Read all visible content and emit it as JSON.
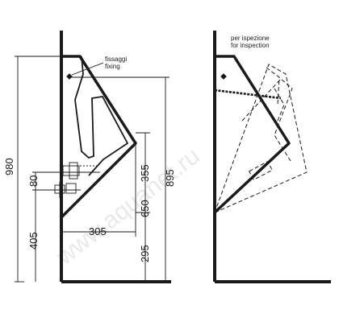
{
  "drawing": {
    "left_view": {
      "callout_line1": "fissaggi",
      "callout_line2": "fixing",
      "dimensions": {
        "overall_height": "980",
        "upper_fixing_height": "895",
        "bowl_to_fixing": "355",
        "mid_height": "650",
        "lower_height": "295",
        "projection": "305",
        "outlet_offset": "80",
        "outlet_height": "405"
      }
    },
    "right_view": {
      "note_line1": "per ispezione",
      "note_line2": "for inspection"
    },
    "watermark": "www.aquanet.ru"
  }
}
